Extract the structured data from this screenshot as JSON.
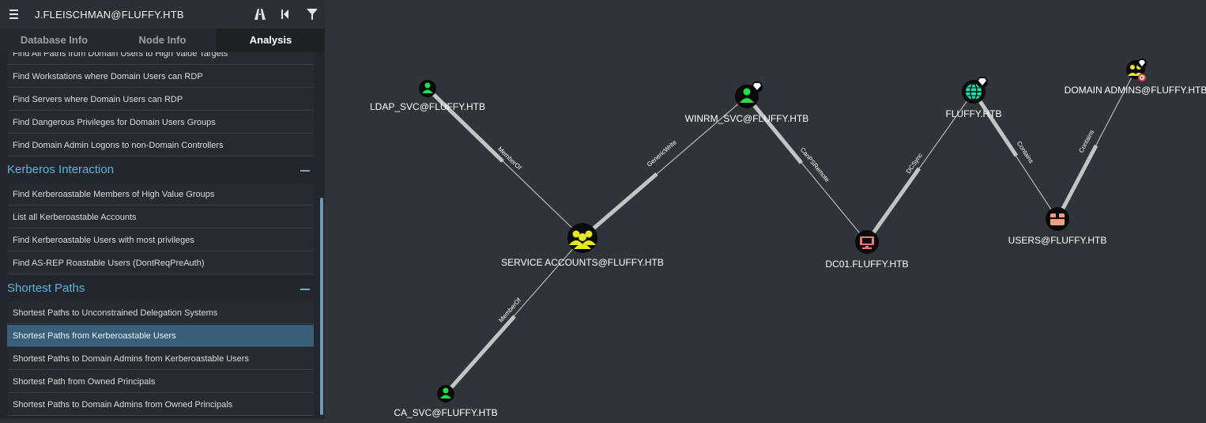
{
  "header": {
    "title": "J.FLEISCHMAN@FLUFFY.HTB"
  },
  "tabs": [
    {
      "label": "Database Info"
    },
    {
      "label": "Node Info"
    },
    {
      "label": "Analysis"
    }
  ],
  "queries": {
    "top_items": [
      "Find All Paths from Domain Users to High Value Targets",
      "Find Workstations where Domain Users can RDP",
      "Find Servers where Domain Users can RDP",
      "Find Dangerous Privileges for Domain Users Groups",
      "Find Domain Admin Logons to non-Domain Controllers"
    ],
    "kerberos": {
      "title": "Kerberos Interaction",
      "items": [
        "Find Kerberoastable Members of High Value Groups",
        "List all Kerberoastable Accounts",
        "Find Kerberoastable Users with most privileges",
        "Find AS-REP Roastable Users (DontReqPreAuth)"
      ]
    },
    "shortest": {
      "title": "Shortest Paths",
      "items": [
        "Shortest Paths to Unconstrained Delegation Systems",
        "Shortest Paths from Kerberoastable Users",
        "Shortest Paths to Domain Admins from Kerberoastable Users",
        "Shortest Path from Owned Principals",
        "Shortest Paths to Domain Admins from Owned Principals"
      ]
    }
  },
  "graph": {
    "nodes": {
      "ldap_svc": "LDAP_SVC@FLUFFY.HTB",
      "winrm_svc": "WINRM_SVC@FLUFFY.HTB",
      "fluffy": "FLUFFY.HTB",
      "domain_admins": "DOMAIN ADMINS@FLUFFY.HTB",
      "service_accounts": "SERVICE ACCOUNTS@FLUFFY.HTB",
      "dc01": "DC01.FLUFFY.HTB",
      "users": "USERS@FLUFFY.HTB",
      "ca_svc": "CA_SVC@FLUFFY.HTB"
    },
    "edges": {
      "ldap_memberof": "MemberOf",
      "sa_genericwrite": "GenericWrite",
      "winrm_canpsremote": "CanPSRemote",
      "dc01_dcsync": "DCSync",
      "fluffy_contains": "Contains",
      "da_contains": "Contains",
      "ca_memberof": "MemberOf"
    }
  },
  "colors": {
    "user": "#22e04a",
    "group": "#e6e62a",
    "computer": "#ee7777",
    "domain": "#17e6b4",
    "ou": "#f0a080",
    "accent": "#5ab4dc",
    "selected": "#3a5f7a"
  }
}
